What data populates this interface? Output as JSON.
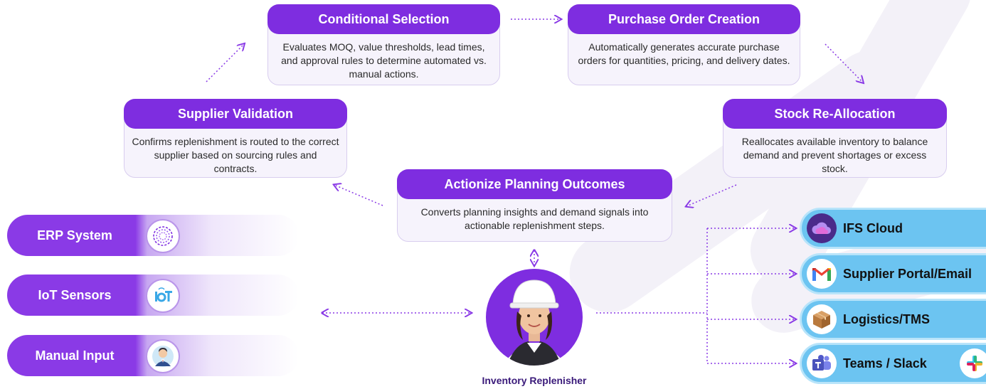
{
  "steps": {
    "conditional_selection": {
      "title": "Conditional Selection",
      "desc": "Evaluates MOQ, value thresholds, lead times, and approval rules to determine automated vs. manual actions."
    },
    "purchase_order_creation": {
      "title": "Purchase Order Creation",
      "desc": "Automatically generates accurate purchase orders for quantities, pricing, and delivery dates."
    },
    "supplier_validation": {
      "title": "Supplier Validation",
      "desc": "Confirms replenishment is routed to the correct supplier based on sourcing rules and contracts."
    },
    "stock_reallocation": {
      "title": "Stock Re-Allocation",
      "desc": "Reallocates available inventory to balance demand and prevent shortages or excess stock."
    },
    "actionize": {
      "title": "Actionize Planning Outcomes",
      "desc": "Converts planning insights and demand signals into actionable replenishment steps."
    }
  },
  "sources": [
    {
      "label": "ERP System",
      "icon": "erp-swirl-icon"
    },
    {
      "label": "IoT Sensors",
      "icon": "iot-icon"
    },
    {
      "label": "Manual Input",
      "icon": "person-icon"
    }
  ],
  "agent": {
    "name": "Inventory Replenisher",
    "icon": "worker-avatar"
  },
  "tools": [
    {
      "label": "IFS Cloud",
      "icon": "ifs-cloud-icon"
    },
    {
      "label": "Supplier Portal/Email",
      "icon": "gmail-icon"
    },
    {
      "label": "Logistics/TMS",
      "icon": "package-icon"
    },
    {
      "label": "Teams / Slack",
      "icon": "teams-icon"
    }
  ],
  "colors": {
    "accent": "#7e2de0",
    "card_bg": "#f6f3fc",
    "tool_bg": "#6cc4f1",
    "connector": "#8a3ae6"
  }
}
